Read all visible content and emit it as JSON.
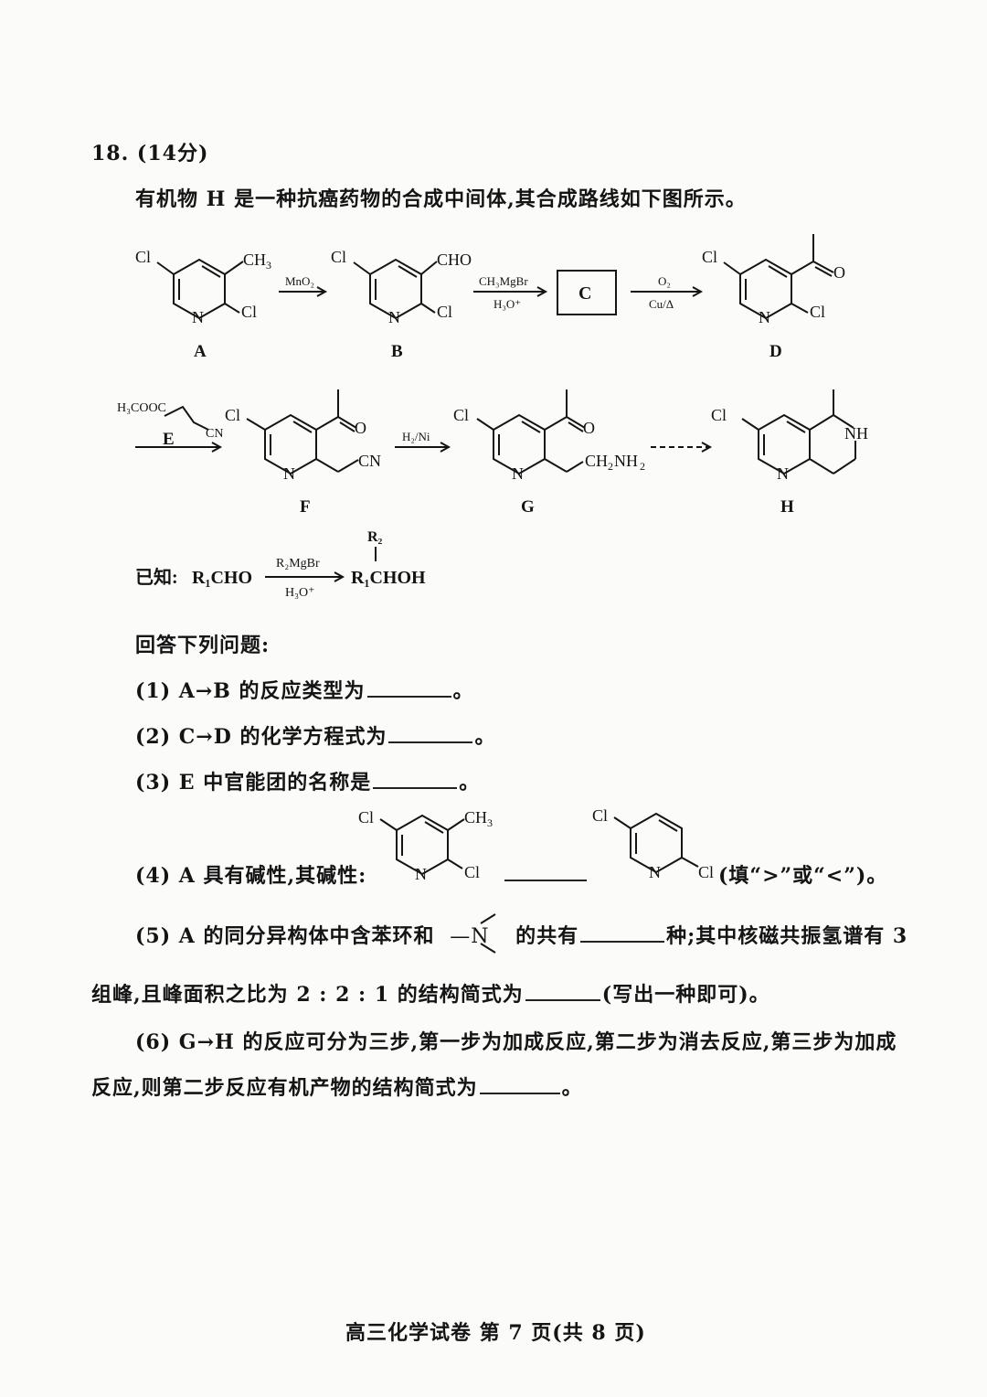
{
  "question": {
    "number_score": "18. (14分)",
    "intro": "有机物 H 是一种抗癌药物的合成中间体,其合成路线如下图所示。"
  },
  "scheme": {
    "labels": [
      "A",
      "B",
      "C",
      "D",
      "E",
      "F",
      "G",
      "H"
    ],
    "atoms": {
      "cl": "Cl",
      "n": "N",
      "ch3": "CH",
      "ch3_sub": "3",
      "cho": "CHO",
      "o": "O",
      "cn": "CN",
      "ch2nh2": "CH",
      "ch2nh2_sub": "2",
      "nh2": "NH",
      "nh2_sub": "2",
      "nh": "NH",
      "e_reagent": "H₃COOC",
      "e_cn": "CN"
    },
    "reagents": {
      "a_to_b": "MnO₂",
      "b_to_c_top": "CH₃MgBr",
      "b_to_c_bottom": "H₃O⁺",
      "c_to_d_top": "O₂",
      "c_to_d_bottom": "Cu/Δ",
      "f_to_g": "H₂/Ni"
    }
  },
  "known": {
    "prefix": "已知:",
    "reactant": "R₁CHO",
    "reagent_top": "R₂MgBr",
    "reagent_bottom": "H₃O⁺",
    "r2": "R₂",
    "product": "R₁CHOH"
  },
  "answer_prompt": "回答下列问题:",
  "items": {
    "q1": "(1) A→B 的反应类型为",
    "q2": "(2) C→D 的化学方程式为",
    "q3": "(3) E 中官能团的名称是",
    "q4_prefix": "(4) A 具有碱性,其碱性:",
    "q4_suffix": "(填“>”或“<”)。",
    "q5_part1": "(5) A 的同分异构体中含苯环和",
    "q5_group": "—N",
    "q5_part2": "的共有",
    "q5_part3": "种;其中核磁共振氢谱有 3",
    "q5_line2_a": "组峰,且峰面积之比为 2 : 2 : 1 的结构简式为",
    "q5_line2_b": "(写出一种即可)。",
    "q6_line1": "(6) G→H 的反应可分为三步,第一步为加成反应,第二步为消去反应,第三步为加成",
    "q6_line2": "反应,则第二步反应有机产物的结构简式为",
    "period": "。"
  },
  "footer": "高三化学试卷 第 7 页(共 8 页)"
}
